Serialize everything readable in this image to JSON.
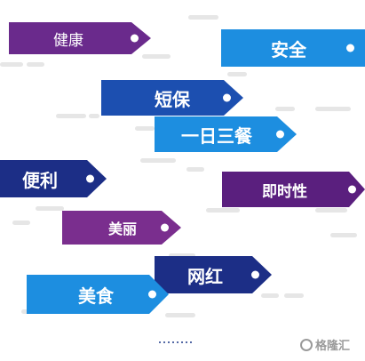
{
  "tags": [
    {
      "id": "jiankang",
      "label": "健康",
      "color": "#6a2a8c"
    },
    {
      "id": "anquan",
      "label": "安全",
      "color": "#1d8ee0"
    },
    {
      "id": "duanbao",
      "label": "短保",
      "color": "#1c4fb0"
    },
    {
      "id": "yiri",
      "label": "一日三餐",
      "color": "#1d8ee0"
    },
    {
      "id": "bianli",
      "label": "便利",
      "color": "#1c2e86"
    },
    {
      "id": "jishi",
      "label": "即时性",
      "color": "#5a1f7e"
    },
    {
      "id": "meili",
      "label": "美丽",
      "color": "#7a2e8e"
    },
    {
      "id": "wanghong",
      "label": "网红",
      "color": "#1c2e86"
    },
    {
      "id": "meishi",
      "label": "美食",
      "color": "#1d8ee0"
    }
  ],
  "watermark": {
    "text": "格隆汇"
  }
}
